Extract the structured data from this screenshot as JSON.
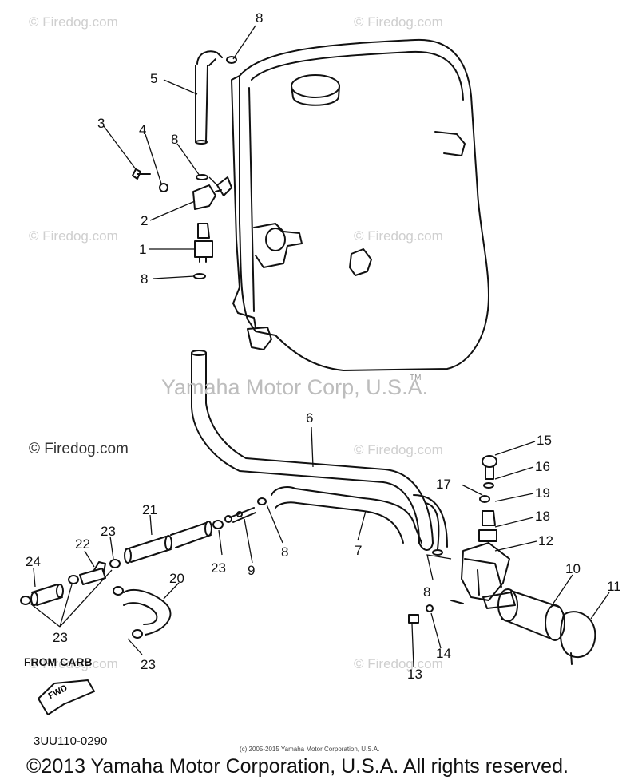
{
  "watermarks": {
    "small": [
      "© Firedog.com",
      "© Firedog.com",
      "© Firedog.com",
      "© Firedog.com",
      "© Firedog.com",
      "© Firedog.com",
      "© Firedog.com"
    ],
    "dark": "© Firedog.com",
    "center": "Yamaha Motor Corp, U.S.A.",
    "tm": "TM"
  },
  "callouts": [
    "8",
    "5",
    "3",
    "4",
    "8",
    "2",
    "1",
    "8",
    "6",
    "15",
    "16",
    "17",
    "19",
    "18",
    "12",
    "21",
    "23",
    "22",
    "24",
    "23",
    "9",
    "8",
    "7",
    "20",
    "10",
    "11",
    "8",
    "23",
    "23",
    "14",
    "13"
  ],
  "notes": {
    "from_carb": "FROM CARB",
    "fwd": "FWD",
    "part_code": "3UU110-0290"
  },
  "fine_print": "(c) 2005-2015 Yamaha Motor Corporation, U.S.A.",
  "copyright": "©2013 Yamaha Motor Corporation, U.S.A. All rights reserved."
}
